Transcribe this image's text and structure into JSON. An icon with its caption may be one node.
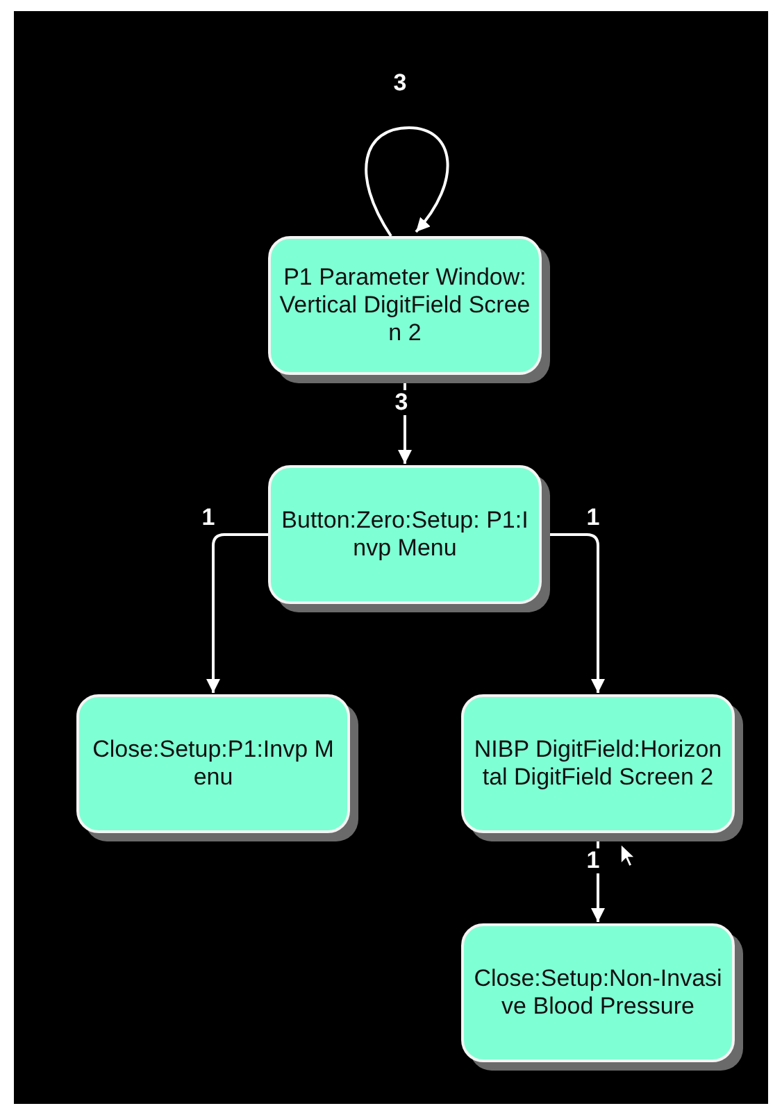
{
  "diagram": {
    "nodes": [
      {
        "text": [
          "P1 Parameter Window:Vertical DigitField Screen 2"
        ]
      },
      {
        "text": [
          "Button:Zero:Setup: P1:Invp Menu"
        ]
      },
      {
        "text": [
          "Close:Setup:P1:Invp Menu"
        ]
      },
      {
        "text": [
          "NIBP DigitField:Horizontal DigitField Screen 2"
        ]
      },
      {
        "text": [
          "Close:Setup:Non-Invasive Blood Pressure"
        ]
      }
    ],
    "edges": [
      {
        "from": 0,
        "to": 0,
        "arrow": "to",
        "label": "3"
      },
      {
        "from": 0,
        "to": 1,
        "arrow": "to",
        "label": "3"
      },
      {
        "from": 1,
        "to": 2,
        "arrow": "to",
        "label": "1"
      },
      {
        "from": 1,
        "to": 3,
        "arrow": "to",
        "label": "1"
      },
      {
        "from": 3,
        "to": 4,
        "arrow": "to",
        "label": "1"
      }
    ]
  }
}
